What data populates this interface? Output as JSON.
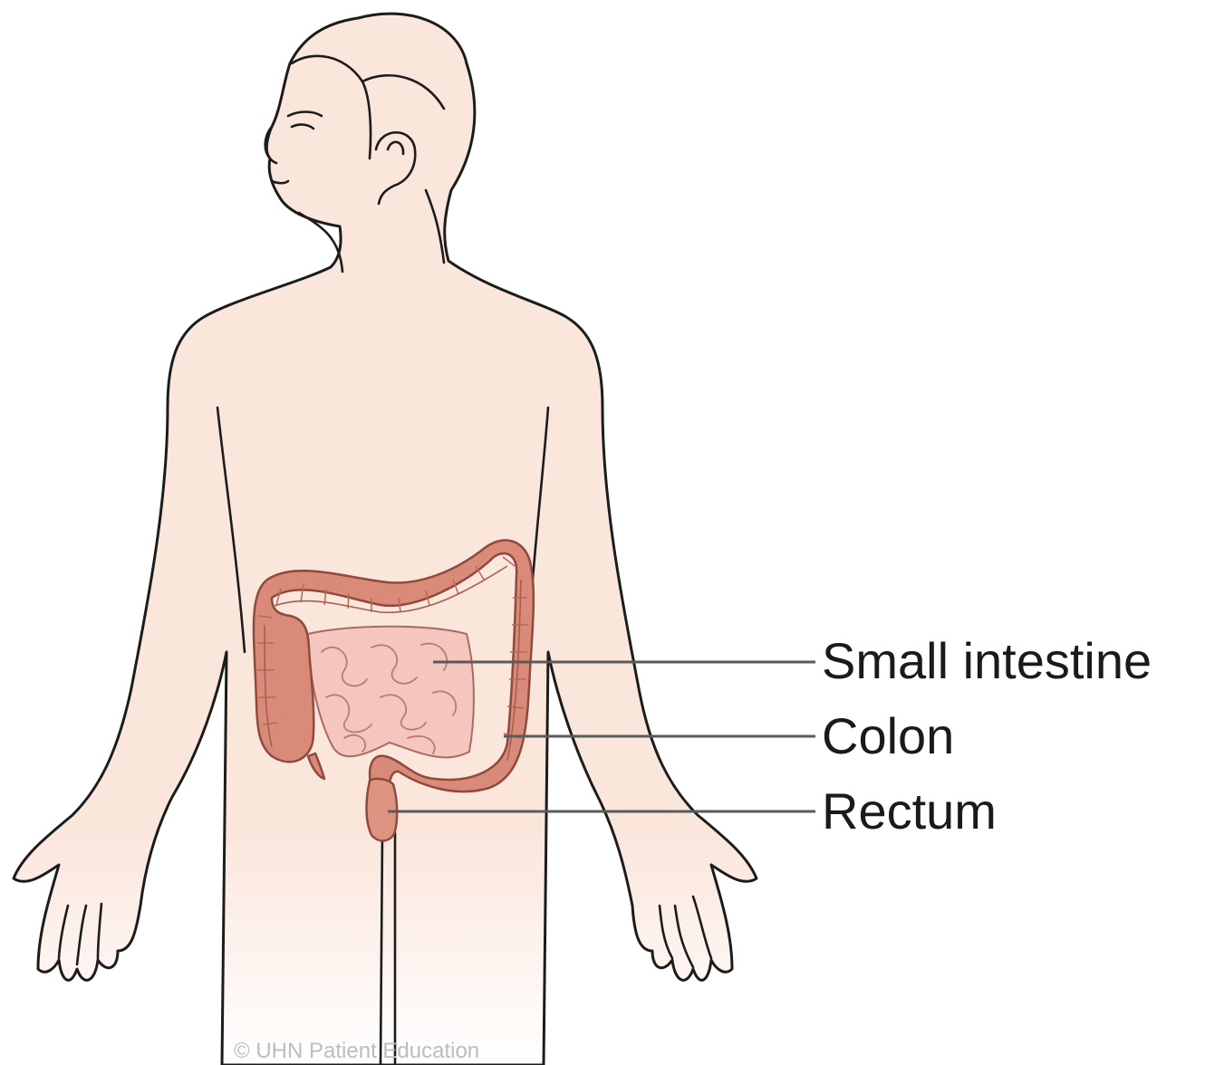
{
  "labels": {
    "small_intestine": "Small intestine",
    "colon": "Colon",
    "rectum": "Rectum"
  },
  "credit": "© UHN Patient Education",
  "colors": {
    "skin": "#fbe6dc",
    "colon": "#d98a78",
    "small_intestine": "#f4c6bd",
    "leader_line": "#5a5a5a"
  }
}
